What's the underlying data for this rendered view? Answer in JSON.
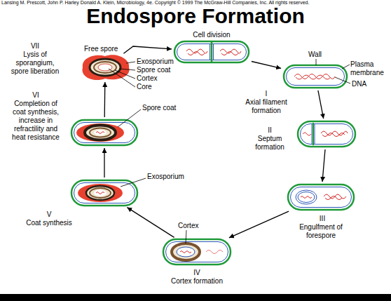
{
  "diagram": {
    "title": "Endospore Formation",
    "nodes": [
      {
        "text": [
          "Cell division"
        ]
      },
      {
        "text": [
          "I",
          "Axial filament formation"
        ]
      },
      {
        "text": [
          "II",
          "Septum formation"
        ]
      },
      {
        "text": [
          "III",
          "Engulfment of forespore"
        ]
      },
      {
        "text": [
          "IV",
          "Cortex formation"
        ]
      },
      {
        "text": [
          "V",
          "Coat synthesis"
        ]
      },
      {
        "text": [
          "VI",
          "Completion of coat synthesis, increase in refractility and heat resistance"
        ]
      },
      {
        "text": [
          "VII",
          "Lysis of sporangium, spore liberation"
        ]
      }
    ],
    "edges": [
      {
        "from": 0,
        "to": 1,
        "arrow": "to"
      },
      {
        "from": 1,
        "to": 2,
        "arrow": "to"
      },
      {
        "from": 2,
        "to": 3,
        "arrow": "to"
      },
      {
        "from": 3,
        "to": 4,
        "arrow": "to"
      },
      {
        "from": 4,
        "to": 5,
        "arrow": "to"
      },
      {
        "from": 5,
        "to": 6,
        "arrow": "to"
      },
      {
        "from": 6,
        "to": 7,
        "arrow": "to"
      },
      {
        "from": 7,
        "to": 0,
        "arrow": "to"
      }
    ],
    "labels": [
      "Lansing M. Prescott, John P. Harley Donald A. Klein, Microbiology, 4e. Copyright © 1999 The McGraw-Hill Companies, Inc. All rights reserved.",
      "Wall",
      "Plasma membrane",
      "DNA",
      "Free spore",
      "Exosporium",
      "Spore coat",
      "Cortex",
      "Core",
      "Spore coat",
      "Exosporium",
      "Cortex"
    ]
  }
}
